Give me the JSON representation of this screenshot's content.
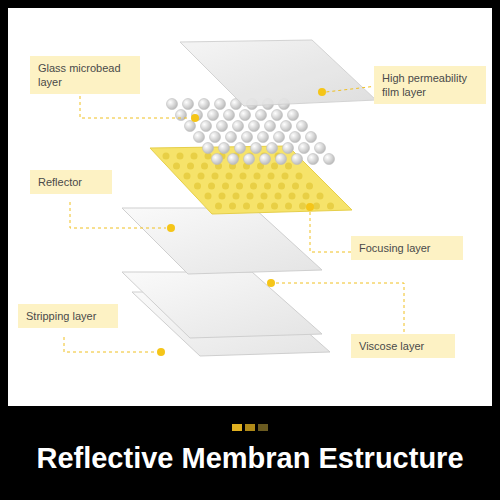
{
  "diagram": {
    "title": "Reflective Membran Estructure",
    "nodes": [
      {
        "text": [
          "Glass microbead layer"
        ]
      },
      {
        "text": [
          "High permeability film layer"
        ]
      },
      {
        "text": [
          "Reflector"
        ]
      },
      {
        "text": [
          "Focusing layer"
        ]
      },
      {
        "text": [
          "Stripping layer"
        ]
      },
      {
        "text": [
          "Viscose layer"
        ]
      }
    ]
  }
}
